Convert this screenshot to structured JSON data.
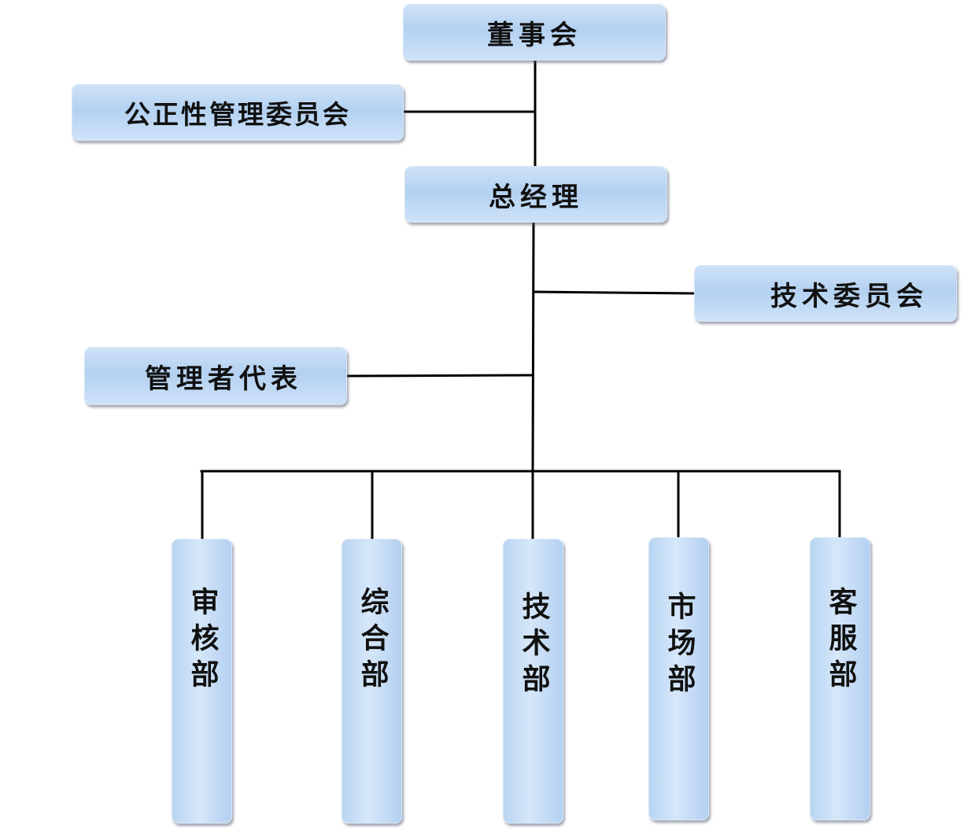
{
  "org": {
    "board": "董事会",
    "fairness_committee": "公正性管理委员会",
    "general_manager": "总经理",
    "technical_committee": "技术委员会",
    "management_representative": "管理者代表",
    "departments": [
      "审核部",
      "综合部",
      "技术部",
      "市场部",
      "客服部"
    ]
  },
  "colors": {
    "box_fill_light": "#cfe2f7",
    "box_fill_mid": "#b3d1f1",
    "connector": "#000000",
    "text": "#111111"
  }
}
